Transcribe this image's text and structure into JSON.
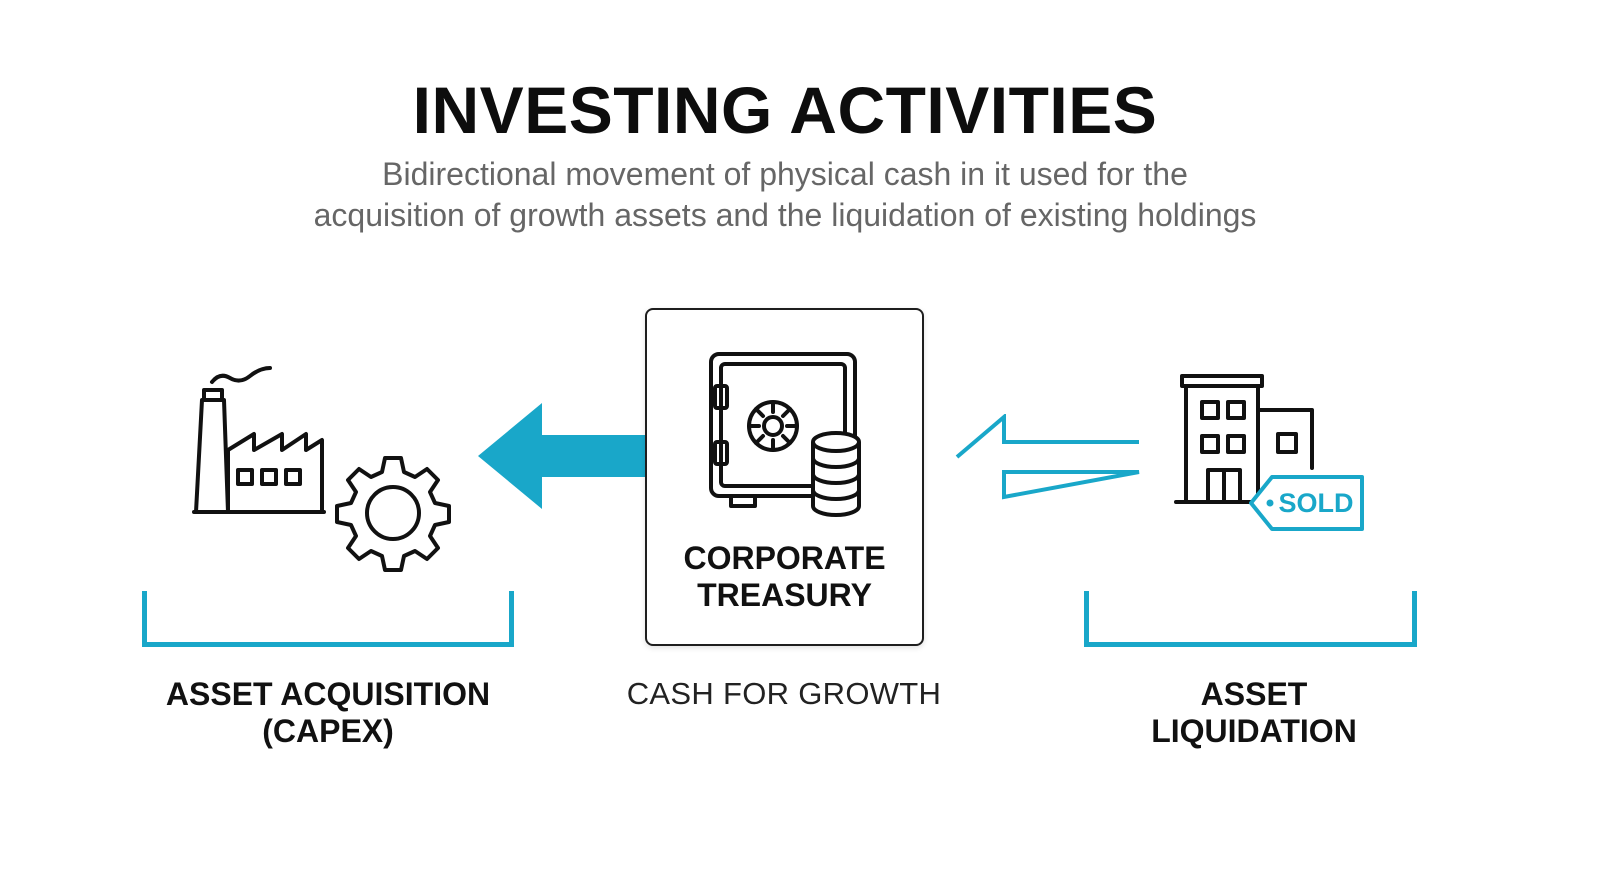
{
  "header": {
    "title": "INVESTING ACTIVITIES",
    "subtitle_line1": "Bidirectional movement of physical cash in it used for the",
    "subtitle_line2": "acquisition of growth assets and the liquidation of existing holdings"
  },
  "nodes": {
    "left": {
      "label_line1": "ASSET ACQUISITION",
      "label_line2": "(CAPEX)",
      "icons": [
        "factory-icon",
        "gear-icon"
      ]
    },
    "center": {
      "label_line1": "CORPORATE",
      "label_line2": "TREASURY",
      "icons": [
        "safe-icon",
        "coin-stack-icon"
      ]
    },
    "right": {
      "label_line1": "ASSET",
      "label_line2": "LIQUIDATION",
      "icons": [
        "office-building-icon",
        "sold-tag-icon"
      ],
      "tag_text": "SOLD"
    }
  },
  "flows": {
    "outflow": {
      "direction": "treasury-to-acquisition",
      "style": "solid",
      "icon": "arrow-left-solid-icon"
    },
    "inflow": {
      "direction": "liquidation-to-treasury",
      "style": "outline",
      "icon": "arrow-left-outline-icon"
    },
    "label": "CASH FOR GROWTH"
  },
  "colors": {
    "accent": "#19a7c9",
    "text": "#111111",
    "subtitle": "#666666",
    "background": "#ffffff"
  }
}
